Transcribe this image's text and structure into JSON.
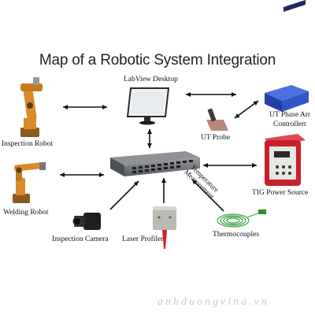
{
  "title": "Map of a Robotic System Integration",
  "nodes": {
    "labview": "LabView Desktop",
    "inspection_robot": "Inspection Robot",
    "ut_probe": "UT Probe",
    "ut_phase_line1": "UT Phase Arr",
    "ut_phase_line2": "Controllert",
    "welding_robot": "Welding Robot",
    "tig": "TIG Power Source",
    "inspection_camera": "Inspection Camera",
    "laser_profiler": "Laser Profiler",
    "thermocouples": "Thermocouples"
  },
  "edge_labels": {
    "temp_line1": "Temperature",
    "temp_line2": "Measurement"
  },
  "watermark": "anhduongvina.vn",
  "colors": {
    "robot_orange": "#d98a2b",
    "switch_gray": "#6c6f73",
    "controller_blue": "#2f56c8",
    "tig_red": "#c8202a",
    "thermo_green": "#3da63d"
  }
}
